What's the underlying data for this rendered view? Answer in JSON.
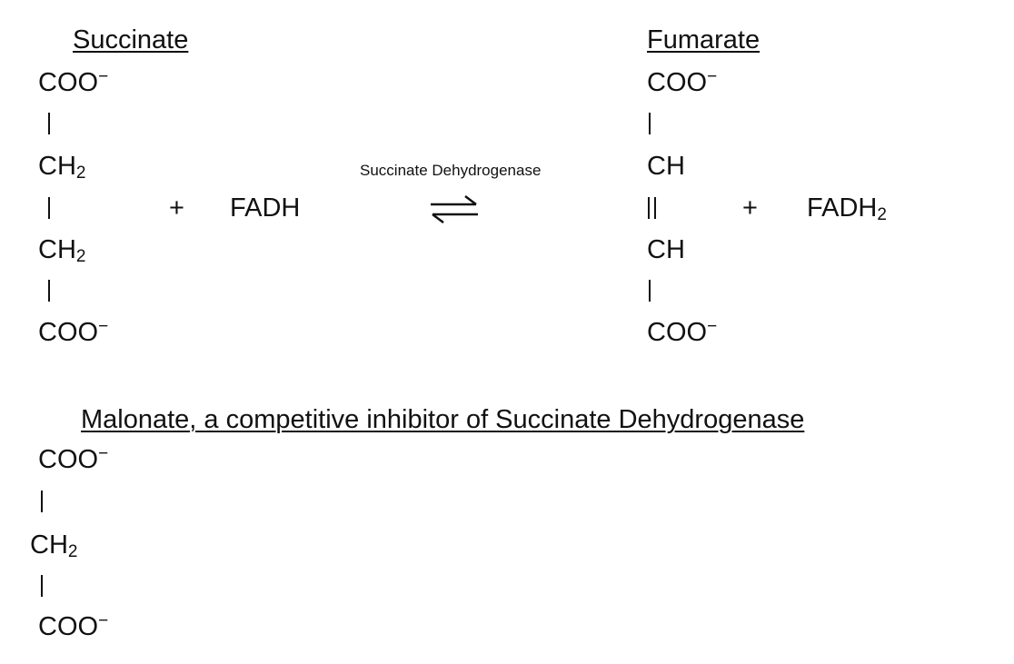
{
  "succinate": {
    "title": "Succinate",
    "groups": [
      "COO",
      "CH",
      "CH",
      "COO"
    ],
    "charge": "−",
    "sub2": "2"
  },
  "fumarate": {
    "title": "Fumarate",
    "groups": [
      "COO",
      "CH",
      "CH",
      "COO"
    ],
    "charge": "−"
  },
  "reaction": {
    "plus": "+",
    "reactant_cofactor": "FADH",
    "product_cofactor": "FADH",
    "product_sub": "2",
    "enzyme": "Succinate Dehydrogenase",
    "arrow": "⇌"
  },
  "malonate": {
    "title": "Malonate, a competitive inhibitor of Succinate Dehydrogenase",
    "groups": [
      "COO",
      "CH",
      "COO"
    ],
    "charge": "−",
    "sub2": "2"
  }
}
